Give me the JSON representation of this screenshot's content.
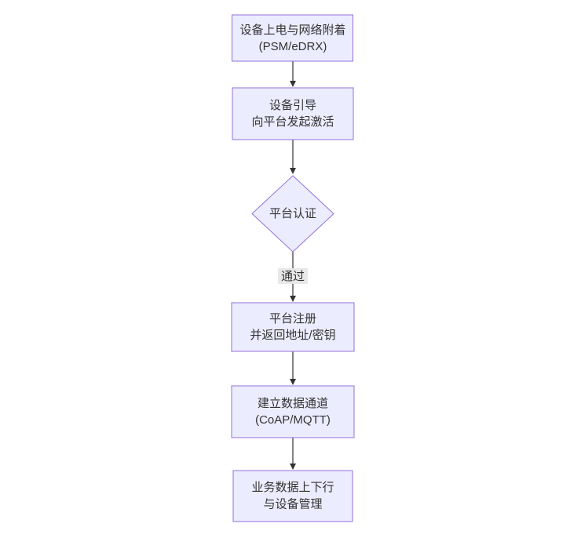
{
  "diagram": {
    "type": "flowchart",
    "direction": "top-down",
    "colors": {
      "background": "#ffffff",
      "node_fill": "#ECECFF",
      "node_border": "#9370DB",
      "text": "#333333",
      "edge": "#333333",
      "edge_label_bg": "#e8e8e8"
    },
    "nodes": [
      {
        "id": "power-attach",
        "shape": "rect",
        "lines": [
          "设备上电与网络附着",
          "(PSM/eDRX)"
        ]
      },
      {
        "id": "bootstrap",
        "shape": "rect",
        "lines": [
          "设备引导",
          "向平台发起激活"
        ]
      },
      {
        "id": "platform-auth",
        "shape": "diamond",
        "lines": [
          "平台认证"
        ]
      },
      {
        "id": "register",
        "shape": "rect",
        "lines": [
          "平台注册",
          "并返回地址/密钥"
        ]
      },
      {
        "id": "data-channel",
        "shape": "rect",
        "lines": [
          "建立数据通道",
          "(CoAP/MQTT)"
        ]
      },
      {
        "id": "business-data",
        "shape": "rect",
        "lines": [
          "业务数据上下行",
          "与设备管理"
        ]
      }
    ],
    "edges": [
      {
        "from": "power-attach",
        "to": "bootstrap"
      },
      {
        "from": "bootstrap",
        "to": "platform-auth"
      },
      {
        "from": "platform-auth",
        "to": "register",
        "label": "通过"
      },
      {
        "from": "register",
        "to": "data-channel"
      },
      {
        "from": "data-channel",
        "to": "business-data"
      }
    ]
  }
}
